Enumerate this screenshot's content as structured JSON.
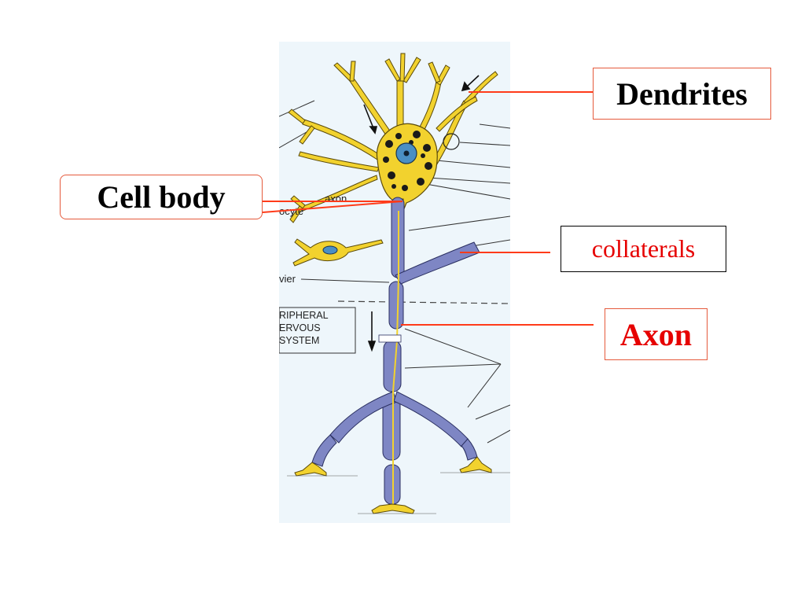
{
  "labels": {
    "dendrites": "Dendrites",
    "cell_body": "Cell body",
    "collaterals": "collaterals",
    "axon": "Axon"
  },
  "figure_text": {
    "axon": "axon",
    "oligodendrocyte_partial": "ocyte",
    "node_partial": "vier",
    "pns_line1": "RIPHERAL",
    "pns_line2": "ERVOUS",
    "pns_line3": "SYSTEM"
  },
  "colors": {
    "leader_line": "#ff3b1a",
    "cell_fill": "#f2d22e",
    "myelin": "#7e86c4",
    "figure_bg": "#eef6fb"
  },
  "icons": {
    "neuron": "neuron-illustration"
  }
}
